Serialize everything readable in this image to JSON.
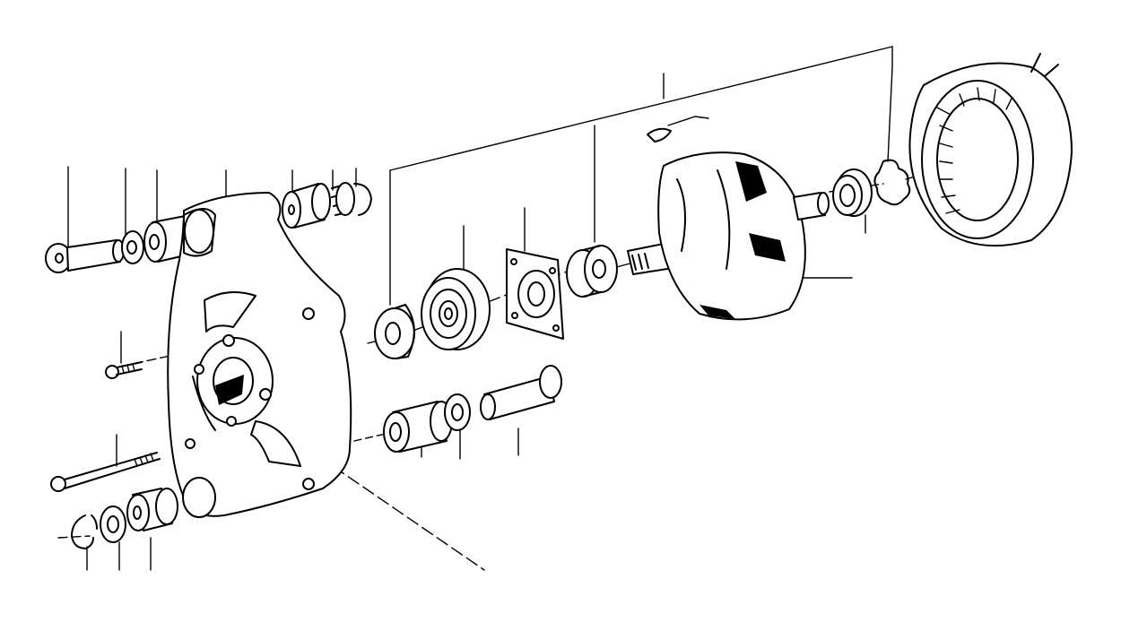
{
  "diagram": {
    "type": "exploded-parts-diagram",
    "subject": "alternator",
    "parts": [
      {
        "id": "pulley-bolt",
        "icon": "bolt-icon"
      },
      {
        "id": "washer-left",
        "icon": "washer-icon"
      },
      {
        "id": "spacer-left",
        "icon": "spacer-icon"
      },
      {
        "id": "end-housing",
        "icon": "housing-icon"
      },
      {
        "id": "sleeve-top",
        "icon": "sleeve-icon"
      },
      {
        "id": "spring-clip-top",
        "icon": "clip-icon"
      },
      {
        "id": "screw-small",
        "icon": "screw-icon"
      },
      {
        "id": "long-bolt",
        "icon": "bolt-icon"
      },
      {
        "id": "circlip-bottom",
        "icon": "circlip-icon"
      },
      {
        "id": "washer-bottom",
        "icon": "washer-icon"
      },
      {
        "id": "bushing-bottom",
        "icon": "bushing-icon"
      },
      {
        "id": "spacer-ring",
        "icon": "ring-icon"
      },
      {
        "id": "ball-bearing",
        "icon": "bearing-icon"
      },
      {
        "id": "bearing-cover-plate",
        "icon": "plate-icon"
      },
      {
        "id": "collar",
        "icon": "collar-icon"
      },
      {
        "id": "rotor",
        "icon": "rotor-icon"
      },
      {
        "id": "small-bearing",
        "icon": "bearing-icon"
      },
      {
        "id": "retaining-spring",
        "icon": "spring-icon"
      },
      {
        "id": "stator",
        "icon": "stator-icon"
      },
      {
        "id": "sleeve-bottom",
        "icon": "sleeve-icon"
      },
      {
        "id": "washer-mid",
        "icon": "washer-icon"
      },
      {
        "id": "pin-bottom",
        "icon": "pin-icon"
      },
      {
        "id": "woodruff-key",
        "icon": "key-icon"
      }
    ],
    "colors": {
      "ink": "#000000",
      "paper": "#ffffff"
    }
  }
}
